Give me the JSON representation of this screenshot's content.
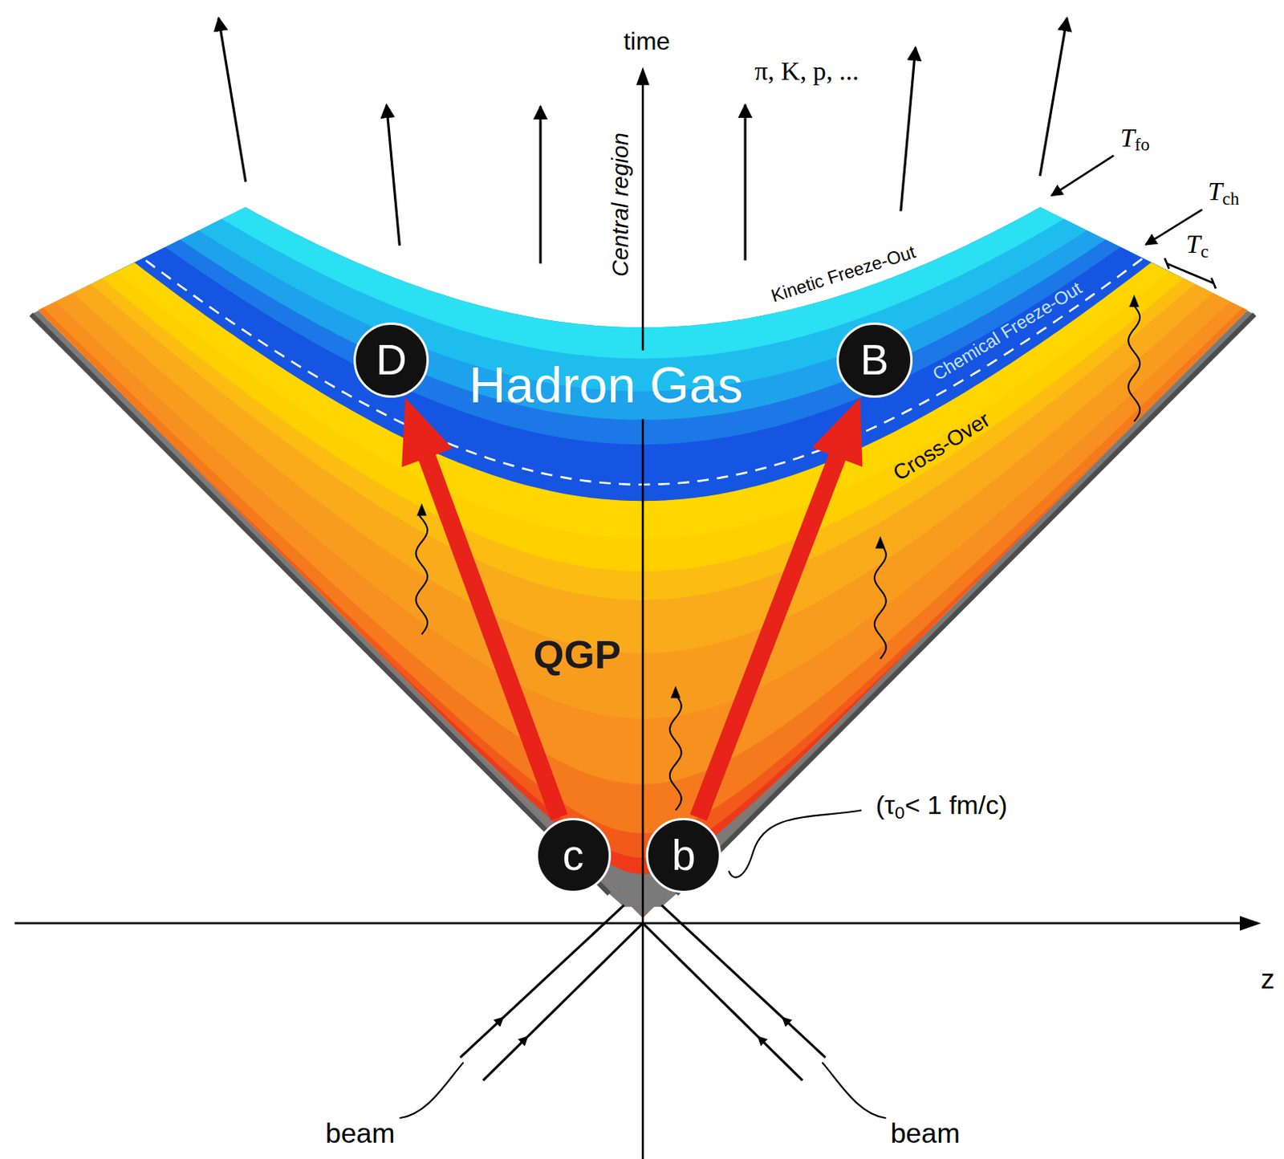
{
  "diagram": {
    "nodes": [
      {
        "text": [
          "D"
        ]
      },
      {
        "text": [
          "B"
        ]
      },
      {
        "text": [
          "c"
        ]
      },
      {
        "text": [
          "b"
        ]
      }
    ],
    "edges": [
      {
        "from": 2,
        "to": 0,
        "arrow": "to"
      },
      {
        "from": 3,
        "to": 1,
        "arrow": "to"
      }
    ],
    "labels": [
      "time",
      "Central region",
      "π, K, p, ...",
      "T",
      "fo",
      "T",
      "ch",
      "T",
      "c",
      "Hadron Gas",
      "Kinetic Freeze-Out",
      "Chemical Freeze-Out",
      "Cross-Over",
      "QGP",
      "(τ",
      "0",
      "< 1 fm/c)",
      "z",
      "beam",
      "beam"
    ]
  }
}
